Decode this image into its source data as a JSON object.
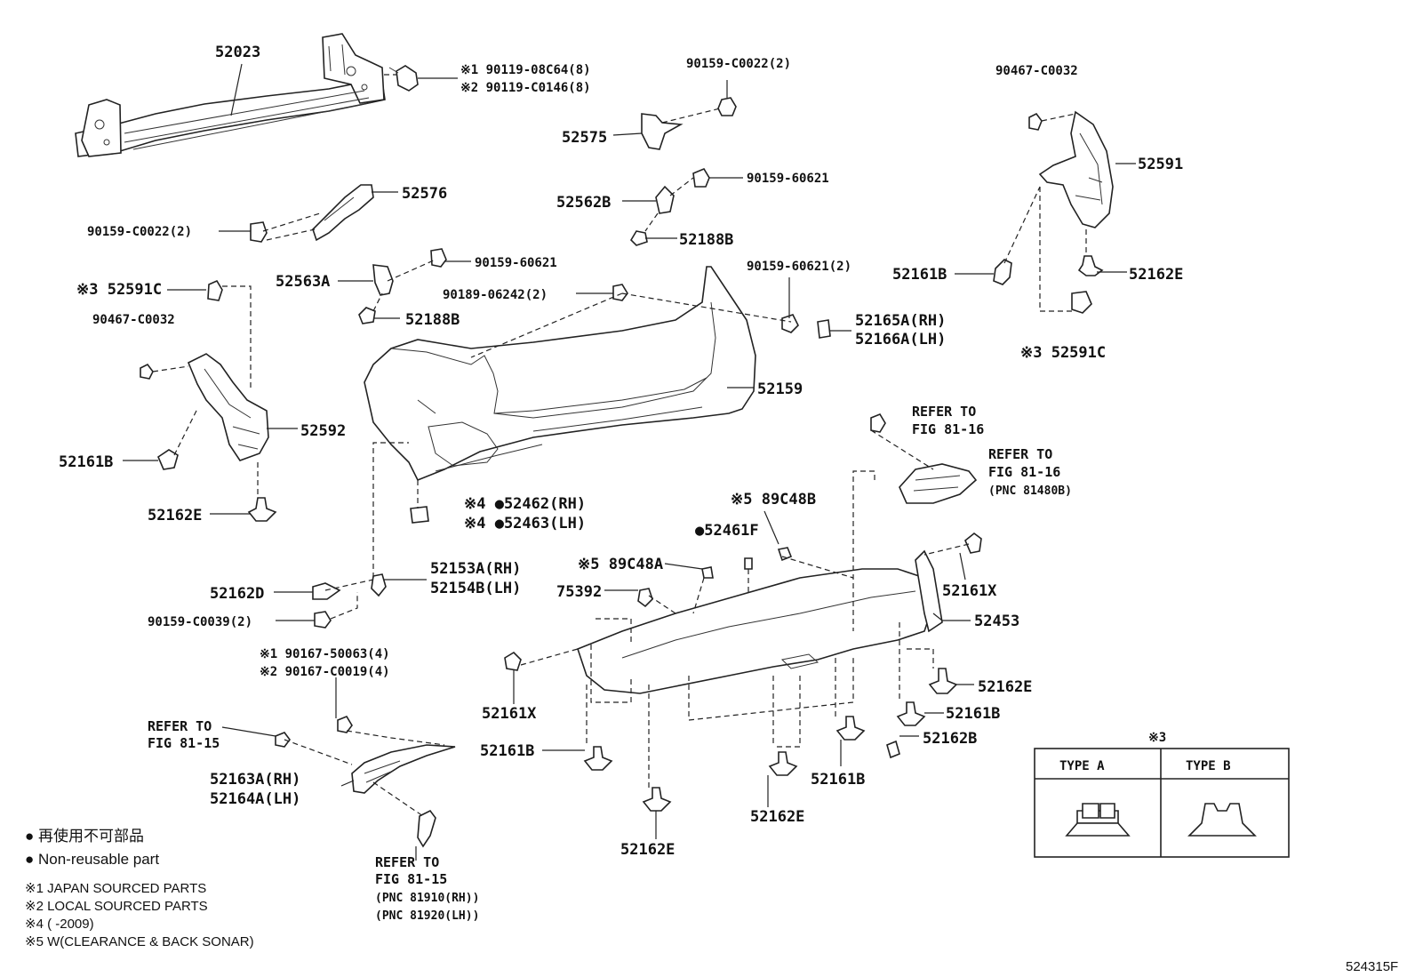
{
  "parts": [
    {
      "id": "p52023",
      "text": "52023"
    },
    {
      "id": "p90119a",
      "text": "※1 90119-08C64(8)"
    },
    {
      "id": "p90119b",
      "text": "※2 90119-C0146(8)"
    },
    {
      "id": "p90159c0022a",
      "text": "90159-C0022(2)"
    },
    {
      "id": "p52575",
      "text": "52575"
    },
    {
      "id": "p90467a",
      "text": "90467-C0032"
    },
    {
      "id": "p52591",
      "text": "52591"
    },
    {
      "id": "p52576",
      "text": "52576"
    },
    {
      "id": "p90159c0022b",
      "text": "90159-C0022(2)"
    },
    {
      "id": "p52562b",
      "text": "52562B"
    },
    {
      "id": "p90159_60621a",
      "text": "90159-60621"
    },
    {
      "id": "p52188ba",
      "text": "52188B"
    },
    {
      "id": "p52591ca",
      "text": "※3 52591C"
    },
    {
      "id": "p90467b",
      "text": "90467-C0032"
    },
    {
      "id": "p52563a",
      "text": "52563A"
    },
    {
      "id": "p90159_60621b",
      "text": "90159-60621"
    },
    {
      "id": "p90189",
      "text": "90189-06242(2)"
    },
    {
      "id": "p52188bb",
      "text": "52188B"
    },
    {
      "id": "p90159_60621c",
      "text": "90159-60621(2)"
    },
    {
      "id": "p52165a",
      "text": "52165A(RH)"
    },
    {
      "id": "p52166a",
      "text": "52166A(LH)"
    },
    {
      "id": "p52161ba",
      "text": "52161B"
    },
    {
      "id": "p52162ea",
      "text": "52162E"
    },
    {
      "id": "p52591cb",
      "text": "※3 52591C"
    },
    {
      "id": "p52159",
      "text": "52159"
    },
    {
      "id": "p52592",
      "text": "52592"
    },
    {
      "id": "p52161bb",
      "text": "52161B"
    },
    {
      "id": "p52162eb",
      "text": "52162E"
    },
    {
      "id": "p52462",
      "text": "※4 ●52462(RH)"
    },
    {
      "id": "p52463",
      "text": "※4 ●52463(LH)"
    },
    {
      "id": "p89c48b",
      "text": "※5 89C48B"
    },
    {
      "id": "p52461f",
      "text": "●52461F"
    },
    {
      "id": "p89c48a",
      "text": "※5 89C48A"
    },
    {
      "id": "p75392",
      "text": "75392"
    },
    {
      "id": "p52153a",
      "text": "52153A(RH)"
    },
    {
      "id": "p52154b",
      "text": "52154B(LH)"
    },
    {
      "id": "p52162d",
      "text": "52162D"
    },
    {
      "id": "p90159c0039",
      "text": "90159-C0039(2)"
    },
    {
      "id": "p52161xa",
      "text": "52161X"
    },
    {
      "id": "p52453",
      "text": "52453"
    },
    {
      "id": "p90167a",
      "text": "※1 90167-50063(4)"
    },
    {
      "id": "p90167b",
      "text": "※2 90167-C0019(4)"
    },
    {
      "id": "p52162ec",
      "text": "52162E"
    },
    {
      "id": "p52161xb",
      "text": "52161X"
    },
    {
      "id": "p52161bc",
      "text": "52161B"
    },
    {
      "id": "p52162ba",
      "text": "52162B"
    },
    {
      "id": "p52161bd",
      "text": "52161B"
    },
    {
      "id": "p52163a",
      "text": "52163A(RH)"
    },
    {
      "id": "p52164a",
      "text": "52164A(LH)"
    },
    {
      "id": "p52161be",
      "text": "52161B"
    },
    {
      "id": "p52162ed",
      "text": "52162E"
    },
    {
      "id": "p52162ee",
      "text": "52162E"
    }
  ],
  "references": {
    "ref_81_16a_l1": "REFER TO",
    "ref_81_16a_l2": "FIG 81-16",
    "ref_81_16b_l1": "REFER TO",
    "ref_81_16b_l2": "FIG 81-16",
    "ref_81_16b_pnc": "(PNC 81480B)",
    "ref_81_15a_l1": "REFER TO",
    "ref_81_15a_l2": "FIG 81-15",
    "ref_81_15b_l1": "REFER TO",
    "ref_81_15b_l2": "FIG 81-15",
    "ref_81_15b_pnc1": "(PNC 81910(RH))",
    "ref_81_15b_pnc2": "(PNC 81920(LH))"
  },
  "legend": {
    "mark": "※3",
    "type_a": "TYPE A",
    "type_b": "TYPE B"
  },
  "notes": {
    "nonreusable_jp": "● 再使用不可部品",
    "nonreusable_en": "● Non-reusable part",
    "n1": "※1 JAPAN SOURCED PARTS",
    "n2": "※2 LOCAL SOURCED PARTS",
    "n4": "※4 (        -2009)",
    "n5": "※5 W(CLEARANCE & BACK SONAR)"
  },
  "figure_id": "524315F"
}
